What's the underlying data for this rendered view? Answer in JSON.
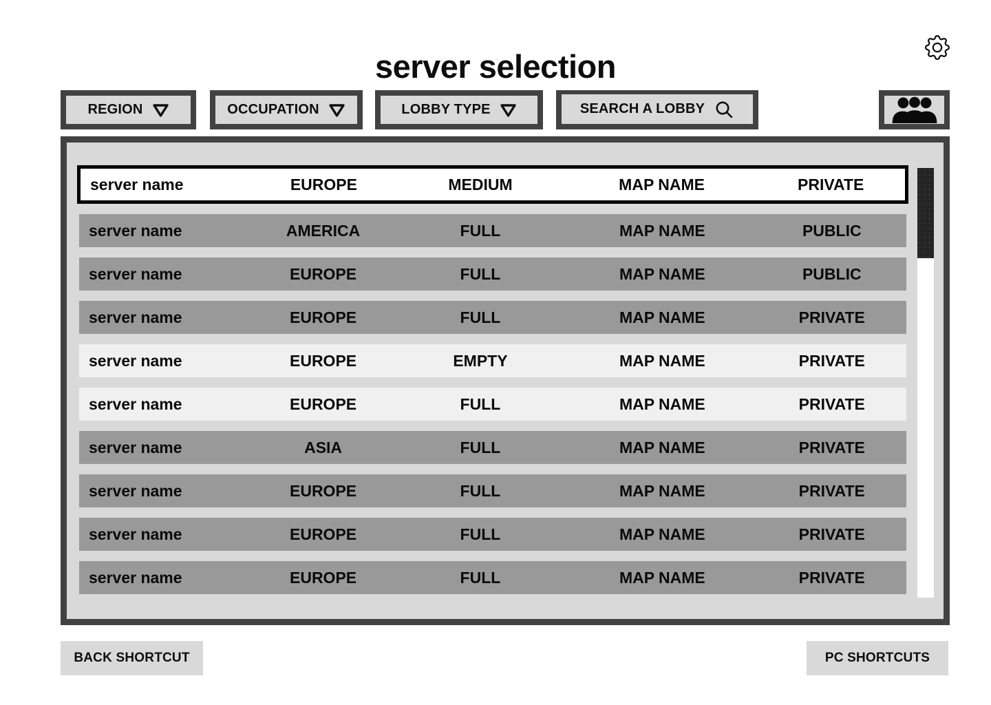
{
  "title": "server selection",
  "topbar": {
    "settings_icon": "gear-icon"
  },
  "filters": {
    "region_label": "REGION",
    "occupation_label": "OCCUPATION",
    "lobby_type_label": "LOBBY TYPE",
    "search_label": "SEARCH A LOBBY",
    "dropdown_icon": "triangle-down-icon",
    "search_icon": "magnifier-icon",
    "players_icon": "people-group-icon"
  },
  "server_list": {
    "rows": [
      {
        "name": "server name",
        "region": "EUROPE",
        "occupancy": "MEDIUM",
        "map": "MAP NAME",
        "access": "PRIVATE",
        "state": "selected"
      },
      {
        "name": "server name",
        "region": "AMERICA",
        "occupancy": "FULL",
        "map": "MAP NAME",
        "access": "PUBLIC",
        "state": "default"
      },
      {
        "name": "server name",
        "region": "EUROPE",
        "occupancy": "FULL",
        "map": "MAP NAME",
        "access": "PUBLIC",
        "state": "default"
      },
      {
        "name": "server name",
        "region": "EUROPE",
        "occupancy": "FULL",
        "map": "MAP NAME",
        "access": "PRIVATE",
        "state": "default"
      },
      {
        "name": "server name",
        "region": "EUROPE",
        "occupancy": "EMPTY",
        "map": "MAP NAME",
        "access": "PRIVATE",
        "state": "highlight"
      },
      {
        "name": "server name",
        "region": "EUROPE",
        "occupancy": "FULL",
        "map": "MAP NAME",
        "access": "PRIVATE",
        "state": "highlight"
      },
      {
        "name": "server name",
        "region": "ASIA",
        "occupancy": "FULL",
        "map": "MAP NAME",
        "access": "PRIVATE",
        "state": "default"
      },
      {
        "name": "server name",
        "region": "EUROPE",
        "occupancy": "FULL",
        "map": "MAP NAME",
        "access": "PRIVATE",
        "state": "default"
      },
      {
        "name": "server name",
        "region": "EUROPE",
        "occupancy": "FULL",
        "map": "MAP NAME",
        "access": "PRIVATE",
        "state": "default"
      },
      {
        "name": "server name",
        "region": "EUROPE",
        "occupancy": "FULL",
        "map": "MAP NAME",
        "access": "PRIVATE",
        "state": "default"
      }
    ]
  },
  "footer": {
    "back_label": "BACK SHORTCUT",
    "pc_shortcuts_label": "PC SHORTCUTS"
  },
  "colors": {
    "panel_border": "#424242",
    "panel_bg": "#d9d9d9",
    "row_gray": "#999999",
    "row_light": "#f0f0f0",
    "row_selected_bg": "#ffffff",
    "scroll_thumb": "#242424",
    "text": "#0d0d0d"
  }
}
